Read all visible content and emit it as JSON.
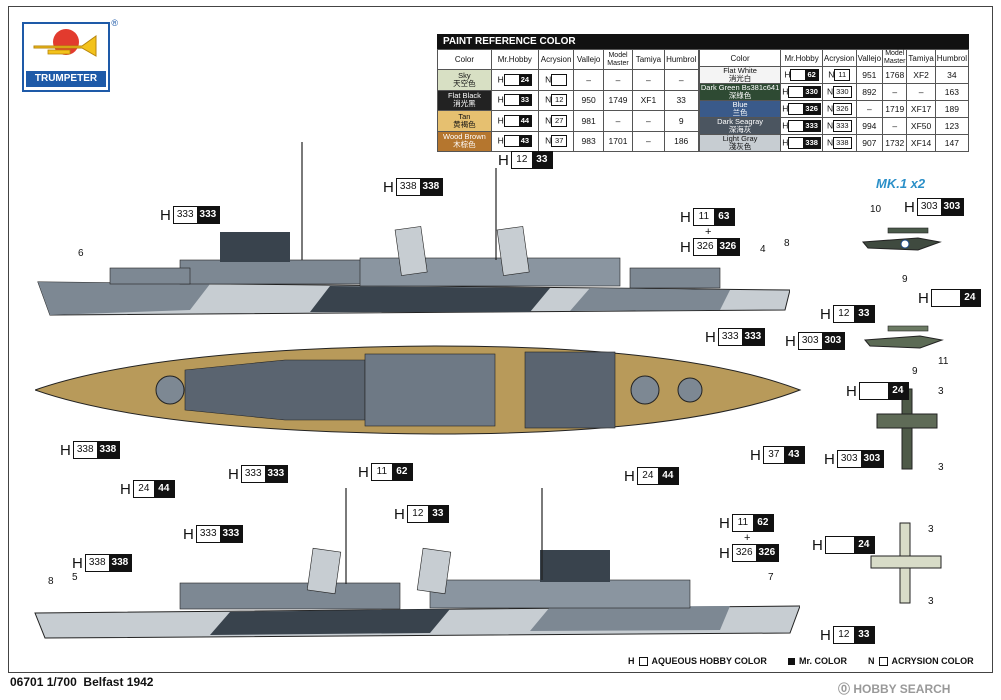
{
  "logo": {
    "brand": "TRUMPETER",
    "reg": "®"
  },
  "paint_table": {
    "title": "PAINT REFERENCE COLOR",
    "headers": [
      "Color",
      "Mr.Hobby",
      "Acrysion",
      "Vallejo",
      "Model Master",
      "Tamiya",
      "Humbrol"
    ],
    "left_rows": [
      {
        "name": "Sky",
        "cn": "天空色",
        "swatch": "#d8e0c4",
        "mrhobby": "24",
        "acry": "",
        "vallejo": "–",
        "mm": "–",
        "tamiya": "–",
        "humbrol": "–"
      },
      {
        "name": "Flat Black",
        "cn": "消光黑",
        "swatch": "#222222",
        "mrhobby": "33",
        "acry": "12",
        "vallejo": "950",
        "mm": "1749",
        "tamiya": "XF1",
        "humbrol": "33"
      },
      {
        "name": "Tan",
        "cn": "黄褐色",
        "swatch": "#e6c070",
        "mrhobby": "44",
        "acry": "27",
        "vallejo": "981",
        "mm": "–",
        "tamiya": "–",
        "humbrol": "9"
      },
      {
        "name": "Wood Brown",
        "cn": "木棕色",
        "swatch": "#b5762e",
        "mrhobby": "43",
        "acry": "37",
        "vallejo": "983",
        "mm": "1701",
        "tamiya": "–",
        "humbrol": "186"
      }
    ],
    "right_rows": [
      {
        "name": "Flat White",
        "cn": "消光白",
        "swatch": "#f4f4f4",
        "mrhobby": "62",
        "acry": "11",
        "vallejo": "951",
        "mm": "1768",
        "tamiya": "XF2",
        "humbrol": "34"
      },
      {
        "name": "Dark Green Bs381c641",
        "cn": "深綠色",
        "swatch": "#2e4a33",
        "mrhobby": "330",
        "acry": "330",
        "vallejo": "892",
        "mm": "–",
        "tamiya": "–",
        "humbrol": "163"
      },
      {
        "name": "Blue",
        "cn": "兰色",
        "swatch": "#3a5a8a",
        "mrhobby": "326",
        "acry": "326",
        "vallejo": "–",
        "mm": "1719",
        "tamiya": "XF17",
        "humbrol": "189"
      },
      {
        "name": "Dark Seagray",
        "cn": "深海灰",
        "swatch": "#4b5560",
        "mrhobby": "333",
        "acry": "333",
        "vallejo": "994",
        "mm": "–",
        "tamiya": "XF50",
        "humbrol": "123"
      },
      {
        "name": "Light Gray",
        "cn": "淺灰色",
        "swatch": "#c7cdd2",
        "mrhobby": "338",
        "acry": "338",
        "vallejo": "907",
        "mm": "1732",
        "tamiya": "XF14",
        "humbrol": "147"
      }
    ]
  },
  "h": "H",
  "plus": "+",
  "mk1": "MK.1 x2",
  "callouts": {
    "c338a": {
      "w": "338",
      "k": "338"
    },
    "c12a": {
      "w": "12",
      "k": "33"
    },
    "c333a": {
      "w": "333",
      "k": "333"
    },
    "c11a": {
      "w": "11",
      "k": "63"
    },
    "c326a": {
      "w": "326",
      "k": "326"
    },
    "c12b": {
      "w": "12",
      "k": "33"
    },
    "c303a": {
      "w": "303",
      "k": "303"
    },
    "c24a": {
      "w": "",
      "k": "24"
    },
    "c333b": {
      "w": "333",
      "k": "333"
    },
    "c303b": {
      "w": "303",
      "k": "303"
    },
    "c24b": {
      "w": "",
      "k": "24"
    },
    "c338b": {
      "w": "338",
      "k": "338"
    },
    "c333c": {
      "w": "333",
      "k": "333"
    },
    "c11b": {
      "w": "11",
      "k": "62"
    },
    "c24c": {
      "w": "24",
      "k": "44"
    },
    "c24d": {
      "w": "24",
      "k": "44"
    },
    "c37": {
      "w": "37",
      "k": "43"
    },
    "c303c": {
      "w": "303",
      "k": "303"
    },
    "c12c": {
      "w": "12",
      "k": "33"
    },
    "c333d": {
      "w": "333",
      "k": "333"
    },
    "c338c": {
      "w": "338",
      "k": "338"
    },
    "c11c": {
      "w": "11",
      "k": "62"
    },
    "c326b": {
      "w": "326",
      "k": "326"
    },
    "c24e": {
      "w": "",
      "k": "24"
    },
    "c12d": {
      "w": "12",
      "k": "33"
    }
  },
  "numbers": {
    "n6": "6",
    "n4": "4",
    "n8": "8",
    "n10": "10",
    "n9": "9",
    "n9b": "9",
    "n11": "11",
    "n3a": "3",
    "n3b": "3",
    "n3c": "3",
    "n3d": "3",
    "n8b": "8",
    "n5": "5",
    "n7": "7"
  },
  "legend": {
    "aqueous": "AQUEOUS HOBBY COLOR",
    "mr": "Mr. COLOR",
    "acrysion": "ACRYSION COLOR"
  },
  "footer": {
    "code": "06701",
    "scale": "1/700",
    "name": "Belfast 1942"
  },
  "watermark": "HOBBY SEARCH",
  "colors": {
    "deck": "#b89a5a",
    "light": "#c7cdd2",
    "mid": "#7d8893",
    "dark": "#39434d",
    "hull_line": "#222"
  }
}
